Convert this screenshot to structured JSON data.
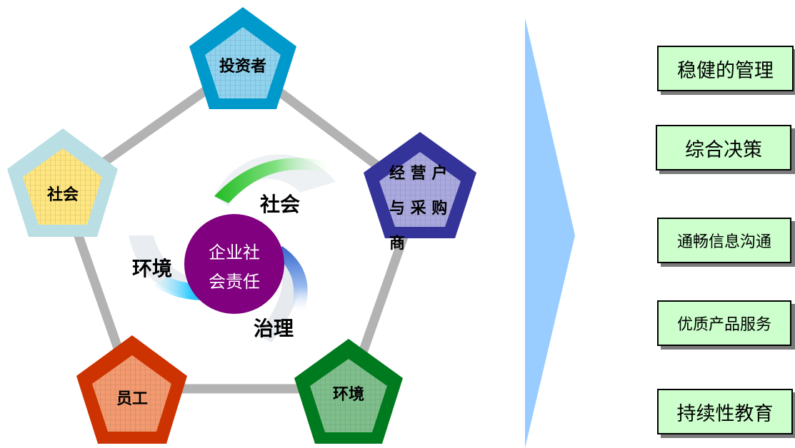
{
  "stakeholders": {
    "investors": "投资者",
    "society": "社会",
    "operators_line1": "经 营 户",
    "operators_line2": "与 采 购",
    "operators_line3": "商",
    "employees": "员工",
    "environment": "环境"
  },
  "center": {
    "line1": "企业社",
    "line2": "会责任",
    "ring_society": "社会",
    "ring_environment": "环境",
    "ring_governance": "治理"
  },
  "outcomes": [
    "稳健的管理",
    "综合决策",
    "通畅信息沟通",
    "优质产品服务",
    "持续性教育"
  ],
  "colors": {
    "investors": "#0099cc",
    "society": "#b9dfe4",
    "operators": "#333399",
    "employees": "#cc3300",
    "environment": "#007a1e",
    "center": "#800080",
    "arrow": "#99ccff",
    "outcome_box": "#ccffcc"
  }
}
